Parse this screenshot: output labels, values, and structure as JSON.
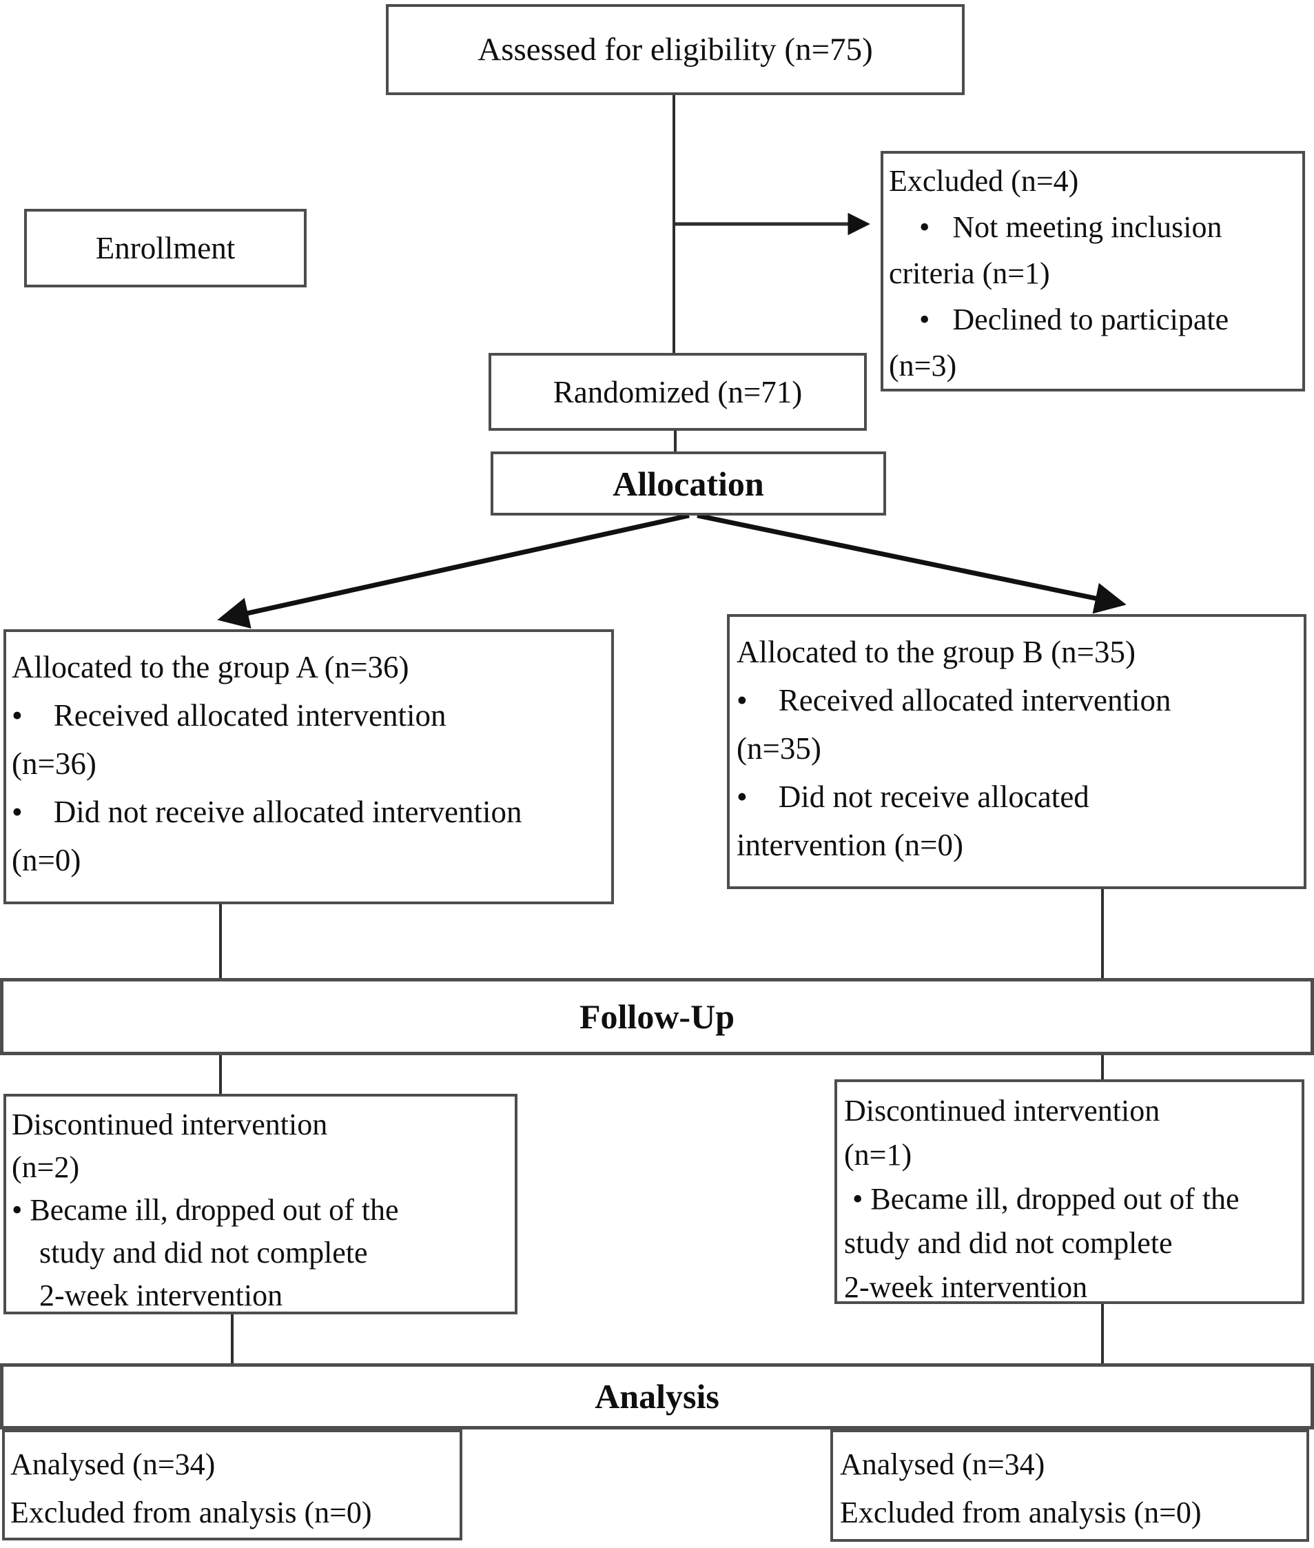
{
  "colors": {
    "box_border": "#4d4d4d",
    "connector": "#2e2e2e",
    "text": "#0f0f0f",
    "background": "#ffffff"
  },
  "boxes": {
    "assessed": {
      "text": "Assessed for eligibility (n=75)"
    },
    "enrollment": {
      "text": "Enrollment"
    },
    "excluded": {
      "lines": [
        "Excluded (n=4)",
        "•   Not meeting inclusion",
        "criteria (n=1)",
        "•   Declined to participate",
        "(n=3)"
      ]
    },
    "randomized": {
      "text": "Randomized (n=71)"
    },
    "allocation": {
      "text": "Allocation"
    },
    "group_a": {
      "lines": [
        "Allocated to the group A (n=36)",
        "•    Received allocated intervention",
        "(n=36)",
        "•    Did not receive allocated intervention",
        "(n=0)"
      ]
    },
    "group_b": {
      "lines": [
        "Allocated to the group B (n=35)",
        "•    Received allocated intervention",
        "(n=35)",
        "•    Did not receive allocated",
        "intervention (n=0)"
      ]
    },
    "followup": {
      "text": "Follow-Up"
    },
    "discontinued_a": {
      "lines": [
        "Discontinued intervention",
        "(n=2)",
        "• Became ill, dropped out of the",
        "study and did not complete",
        "2-week intervention"
      ]
    },
    "discontinued_b": {
      "lines": [
        "Discontinued intervention",
        "(n=1)",
        "• Became ill, dropped out of the",
        "study and did not complete",
        "2-week intervention"
      ]
    },
    "analysis": {
      "text": "Analysis"
    },
    "analysed_a": {
      "lines": [
        "Analysed (n=34)",
        "Excluded from analysis (n=0)"
      ]
    },
    "analysed_b": {
      "lines": [
        "Analysed (n=34)",
        "Excluded from analysis (n=0)"
      ]
    }
  }
}
